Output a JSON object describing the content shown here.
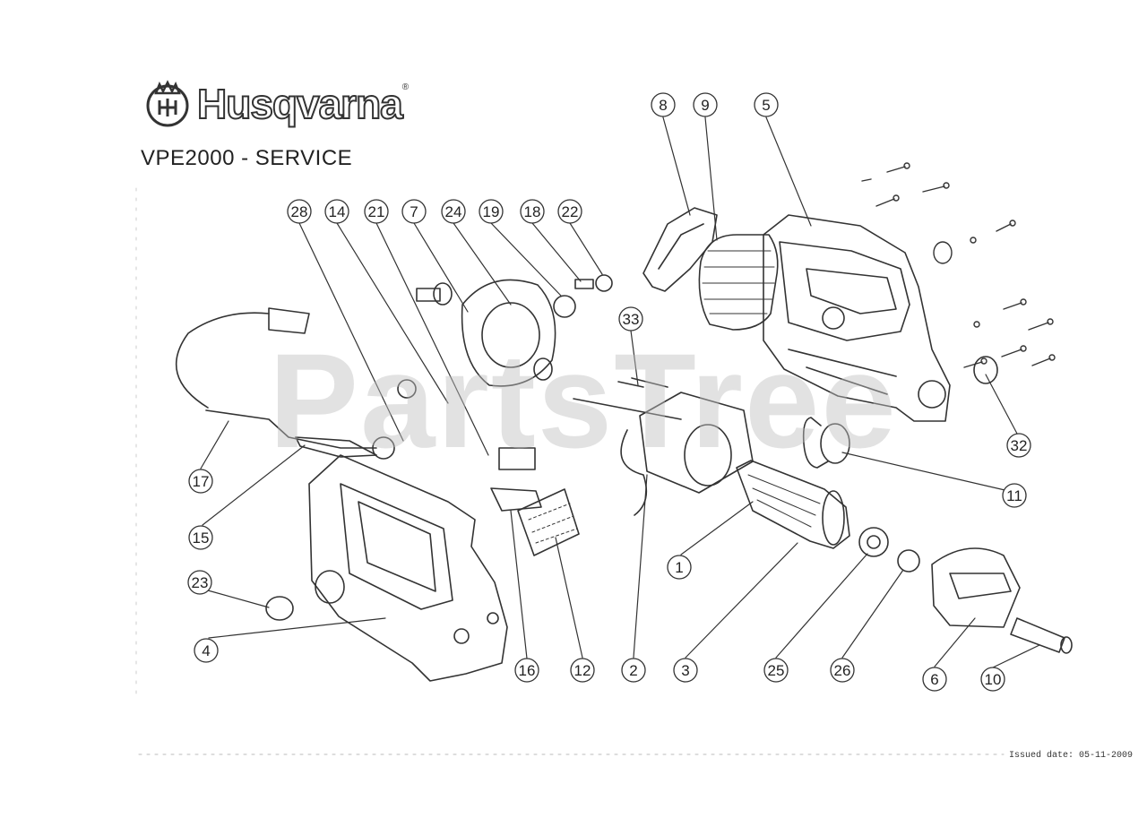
{
  "brand": {
    "name": "Husqvarna",
    "mark": "®"
  },
  "title": "VPE2000 - SERVICE",
  "watermark": "PartsTree",
  "issued": "Issued date: 05-11-2009",
  "callouts": [
    {
      "id": "c8",
      "label": "8"
    },
    {
      "id": "c9",
      "label": "9"
    },
    {
      "id": "c5",
      "label": "5"
    },
    {
      "id": "c28",
      "label": "28"
    },
    {
      "id": "c14",
      "label": "14"
    },
    {
      "id": "c21",
      "label": "21"
    },
    {
      "id": "c7",
      "label": "7"
    },
    {
      "id": "c24",
      "label": "24"
    },
    {
      "id": "c19",
      "label": "19"
    },
    {
      "id": "c18",
      "label": "18"
    },
    {
      "id": "c22",
      "label": "22"
    },
    {
      "id": "c33",
      "label": "33"
    },
    {
      "id": "c32",
      "label": "32"
    },
    {
      "id": "c11",
      "label": "11"
    },
    {
      "id": "c17",
      "label": "17"
    },
    {
      "id": "c15",
      "label": "15"
    },
    {
      "id": "c1",
      "label": "1"
    },
    {
      "id": "c23",
      "label": "23"
    },
    {
      "id": "c4",
      "label": "4"
    },
    {
      "id": "c16",
      "label": "16"
    },
    {
      "id": "c12",
      "label": "12"
    },
    {
      "id": "c2",
      "label": "2"
    },
    {
      "id": "c3",
      "label": "3"
    },
    {
      "id": "c25",
      "label": "25"
    },
    {
      "id": "c26",
      "label": "26"
    },
    {
      "id": "c6",
      "label": "6"
    },
    {
      "id": "c10",
      "label": "10"
    }
  ]
}
